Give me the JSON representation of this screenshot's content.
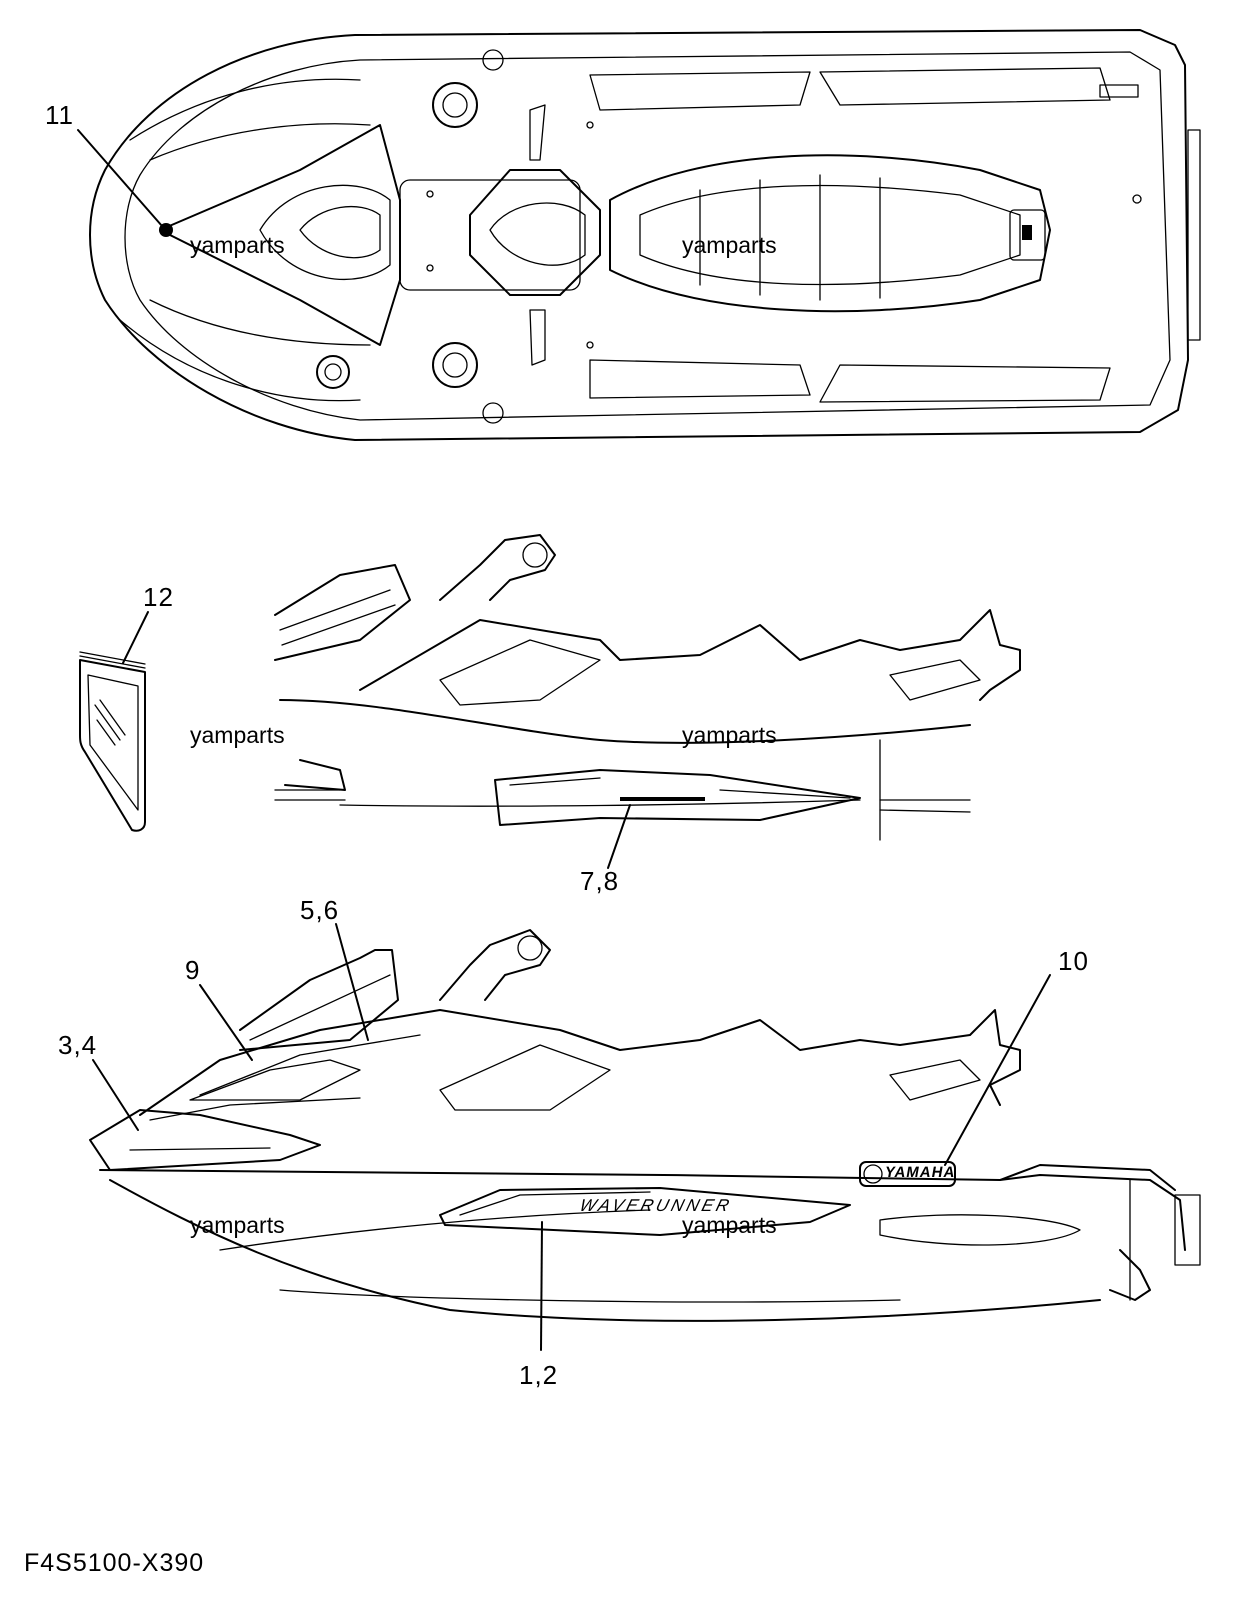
{
  "callouts": [
    {
      "id": "c11",
      "label": "11"
    },
    {
      "id": "c12",
      "label": "12"
    },
    {
      "id": "c78",
      "label": "7,8"
    },
    {
      "id": "c56",
      "label": "5,6"
    },
    {
      "id": "c9",
      "label": "9"
    },
    {
      "id": "c10",
      "label": "10"
    },
    {
      "id": "c34",
      "label": "3,4"
    },
    {
      "id": "c12b",
      "label": "1,2"
    }
  ],
  "watermarks": [
    "yamparts",
    "yamparts",
    "yamparts",
    "yamparts",
    "yamparts",
    "yamparts"
  ],
  "decals": {
    "brand_logo": "YAMAHA",
    "side_decal": "WAVERUNNER"
  },
  "part_code": "F4S5100-X390"
}
